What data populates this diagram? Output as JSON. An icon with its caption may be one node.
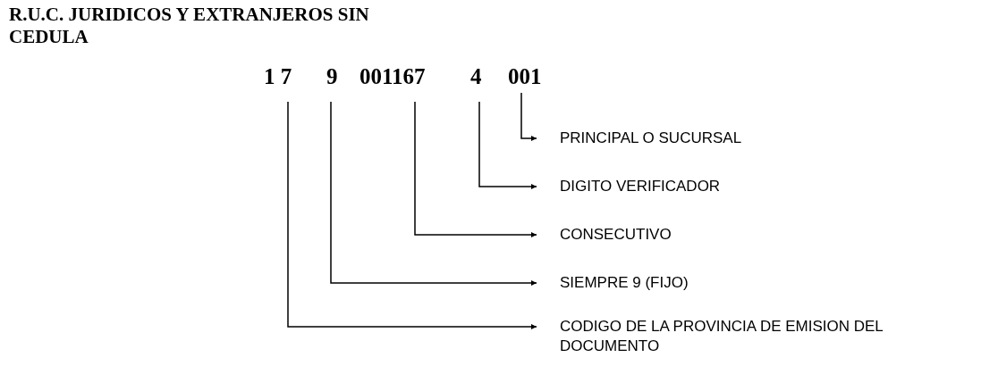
{
  "diagram": {
    "title": "R.U.C. JURIDICOS Y EXTRANJEROS SIN CEDULA",
    "nodes": [
      {
        "text": [
          "1 7"
        ]
      },
      {
        "text": [
          "9"
        ]
      },
      {
        "text": [
          "001167"
        ]
      },
      {
        "text": [
          "4"
        ]
      },
      {
        "text": [
          "001"
        ]
      },
      {
        "text": [
          "PRINCIPAL O SUCURSAL"
        ]
      },
      {
        "text": [
          "DIGITO VERIFICADOR"
        ]
      },
      {
        "text": [
          "CONSECUTIVO"
        ]
      },
      {
        "text": [
          "SIEMPRE 9 (FIJO)"
        ]
      },
      {
        "text": [
          "CODIGO DE LA PROVINCIA DE EMISION DEL DOCUMENTO"
        ]
      }
    ],
    "edges": [
      {
        "from": 4,
        "to": 5,
        "arrow": "to"
      },
      {
        "from": 3,
        "to": 6,
        "arrow": "to"
      },
      {
        "from": 2,
        "to": 7,
        "arrow": "to"
      },
      {
        "from": 1,
        "to": 8,
        "arrow": "to"
      },
      {
        "from": 0,
        "to": 9,
        "arrow": "to"
      }
    ]
  }
}
